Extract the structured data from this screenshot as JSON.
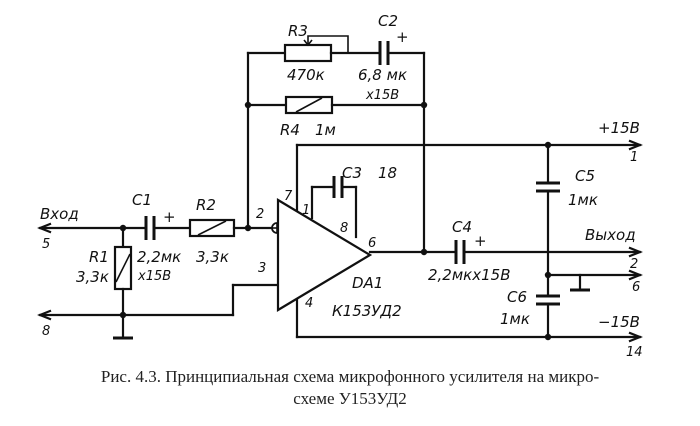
{
  "labels": {
    "r3": "R3",
    "r3_val": "470к",
    "c2": "C2",
    "c2_val": "6,8 мк",
    "c2_v": "x15В",
    "r4": "R4",
    "r4_val": "1м",
    "plus15": "+15В",
    "pin1": "1",
    "c3": "C3",
    "c3_val": "18",
    "c5": "C5",
    "c5_val": "1мк",
    "input": "Вход",
    "pin5": "5",
    "c1": "C1",
    "r2": "R2",
    "c1_val": "2,2мк",
    "c1_v": "x15В",
    "r2_val": "3,3к",
    "r1": "R1",
    "r1_val": "3,3к",
    "ic_pin2": "2",
    "ic_pin7": "7",
    "ic_pin1": "1",
    "ic_pin8": "8",
    "ic_pin6": "6",
    "ic_pin3": "3",
    "ic_pin4": "4",
    "da1": "DA1",
    "da1_type": "К153УД2",
    "c4": "C4",
    "c4_val": "2,2мкx15В",
    "output": "Выход",
    "pin2": "2",
    "pin6": "6",
    "c6": "C6",
    "c6_val": "1мк",
    "minus15": "−15В",
    "pin14": "14",
    "pin_ground": "8",
    "plus_sign": "+"
  },
  "caption": {
    "line1": "Рис. 4.3. Принципиальная схема микрофонного усилителя на микро-",
    "line2": "схеме У153УД2"
  }
}
